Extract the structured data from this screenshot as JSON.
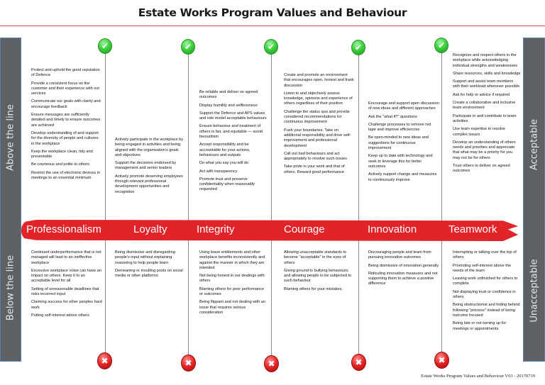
{
  "title": "Estate Works Program Values and Behaviour",
  "side_labels": {
    "left_top": "Above the line",
    "left_bottom": "Below the line",
    "right_top": "Acceptable",
    "right_bottom": "Unacceptable"
  },
  "colors": {
    "banner": "#e0242a",
    "side_panel": "#5f6064",
    "accept_icon": "#3ed13e",
    "reject_icon": "#e42424"
  },
  "icons": {
    "accept": "✔",
    "reject": "✖"
  },
  "values": [
    {
      "name": "Professionalism",
      "acceptable": [
        "Protect and uphold the good reputation of Defence",
        "Provide a consistent focus on the customer and their experience with our services",
        "Communicate our goals with clarity and encourage feedback",
        "Ensure messages are sufficiently detailed and timely to ensure outcomes are achieved",
        "Develop understanding of and support for the diversity of people and cultures in the workplace",
        "Keep the workplace clean, tidy and presentable",
        "Be courteous and polite to others",
        "Restrict the use of electronic devices in meetings to an essential minimum"
      ],
      "unacceptable": [
        "Continued underperformance that is not managed will lead to an ineffective workplace",
        "Excessive workplace noise can have an impact on others. Keep it to an acceptable level for all",
        "Setting of unreasonable deadlines that risks incorrect input",
        "Claiming success for other peoples hard work",
        "Putting self-interest above others"
      ]
    },
    {
      "name": "Loyalty",
      "acceptable": [
        "Actively participate in the workplace by being engaged in activities and being aligned with the organisation's goals and objectives",
        "Support the decisions endorsed by management and senior leaders",
        "Actively promote deserving employees through relevant professional development opportunities and recognition"
      ],
      "unacceptable": [
        "Being dismissive and disregarding people's input without explaining reasoning to help people learn",
        "Demeaning or insulting posts on social media or other platforms"
      ]
    },
    {
      "name": "Integrity",
      "acceptable": [
        "Be reliable and deliver on agreed outcomes",
        "Display humility and selflessness",
        "Support the Defence and APS values and role model acceptable behaviours",
        "Ensure behaviour and treatment of others is fair, and equitable — avoid favouritism",
        "Accept responsibility and be accountable for your actions, behaviours and outputs",
        "Do what you say you will do",
        "Act with transparency",
        "Promote trust and preserve confidentiality when reasonably requested"
      ],
      "unacceptable": [
        "Using leave entitlements and other workplace benefits inconsistently and against the manner in which they are intended",
        "Not being honest in our dealings with others",
        "Blaming others for poor performance or outcomes",
        "Being flippant and not dealing with an issue that requires serious consideration"
      ]
    },
    {
      "name": "Courage",
      "acceptable": [
        "Create and promote an environment that encourages open, honest and frank discussion",
        "Listen to and objectively assess knowledge, opinions and experience of others regardless of their position",
        "Challenge the status quo and provide considered recommendations for continuous improvement",
        "Push your boundaries. Take on additional responsibility and drive self-improvement and professional development",
        "Call out bad behaviours and act appropriately to resolve such issues",
        "Take pride in your work and that of others. Reward good performance"
      ],
      "unacceptable": [
        "Allowing unacceptable standards to become \"acceptable\" in the eyes of others",
        "Giving ground to bullying behaviours and allowing people to be subjected to such behaviour",
        "Blaming others for your mistakes."
      ]
    },
    {
      "name": "Innovation",
      "acceptable": [
        "Encourage and support open discussion of new ideas and different approaches",
        "Ask the \"what if?\" questions",
        "Challenge processes to remove red tape and improve efficiencies",
        "Be open-minded to new ideas and suggestions for continuous improvement",
        "Keep up to date with technology and seek to leverage this for better outcomes",
        "Actively support change and measures to continuously improve"
      ],
      "unacceptable": [
        "Discouraging people and team from pursuing innovative outcomes",
        "Being dismissive of innovation generally",
        "Ridiculing innovation measures and not supporting them to achieve a positive difference"
      ]
    },
    {
      "name": "Teamwork",
      "acceptable": [
        "Recognise and respect others in the workplace while acknowledging individual strengths and weaknesses",
        "Share resources, skills and knowledge",
        "Support and assist team members with their workload whenever possible",
        "Ask for help or advice if required",
        "Create a collaborative and inclusive team environment",
        "Participate in and contribute to team activities",
        "Use team expertise to resolve complex issues",
        "Develop an understanding of others needs and priorities and appreciate that what may be a priority for you may not be for others",
        "Trust others to deliver on agreed outcomes"
      ],
      "unacceptable": [
        "Interrupting or talking over the top of others",
        "Promoting self-interest above the needs of the team",
        "Leaving work unfinished for others to complete",
        "Not displaying trust or confidence in others",
        "Being obstructionist and hiding behind following \"process\" instead of being outcome focused",
        "Being late or not turning up for meetings or appointments"
      ]
    }
  ],
  "footer": "Estate Works Program Values and Behaviour V03 - 20170719"
}
